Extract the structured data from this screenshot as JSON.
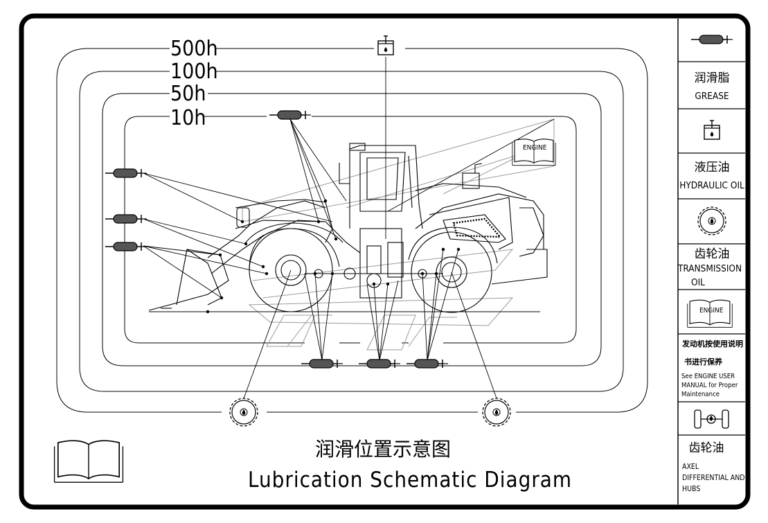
{
  "title": {
    "chinese": "润滑位置示意图",
    "english": "Lubrication Schematic Diagram"
  },
  "intervals": [
    "500h",
    "100h",
    "50h",
    "10h"
  ],
  "legend": [
    {
      "icon": "grease-gun-icon",
      "chinese": "润滑脂",
      "english": [
        "GREASE"
      ]
    },
    {
      "icon": "oil-can-icon",
      "chinese": "液压油",
      "english": [
        "HYDRAULIC OIL"
      ]
    },
    {
      "icon": "gear-icon",
      "chinese": "齿轮油",
      "english": [
        "TRANSMISSION",
        "OIL"
      ]
    },
    {
      "icon": "engine-book-icon",
      "chinese": [
        "发动机按使用说明",
        "书进行保养"
      ],
      "english": [
        "See ENGINE USER",
        "MANUAL for Proper",
        "Maintenance"
      ]
    },
    {
      "icon": "axle-icon",
      "chinese": "齿轮油",
      "english": [
        "AXEL",
        "DIFFERENTIAL AND",
        "HUBS"
      ]
    }
  ],
  "engine_label": "ENGINE",
  "colors": {
    "line": "#000000",
    "fill_grease": "#555555",
    "background": "#ffffff"
  }
}
